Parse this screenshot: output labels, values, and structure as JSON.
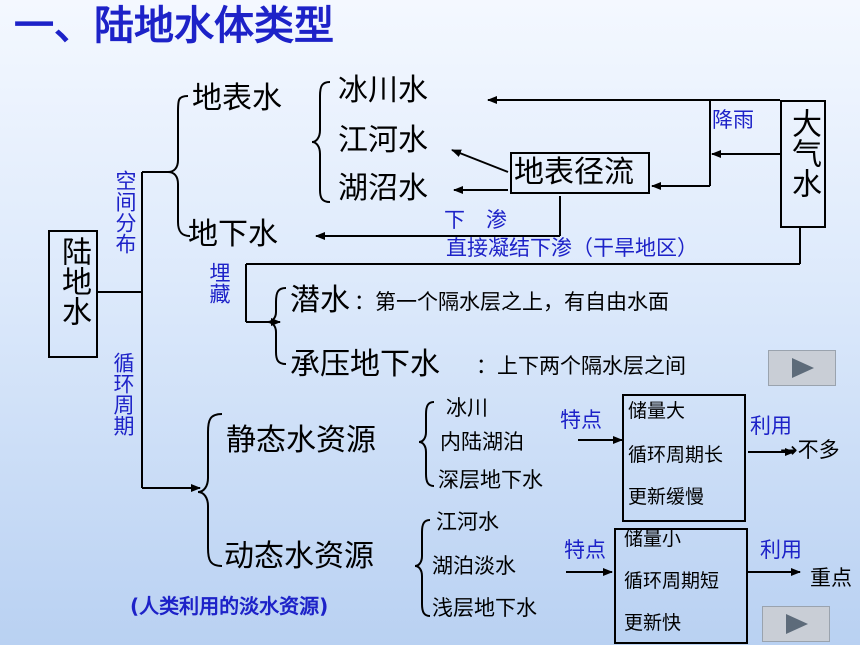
{
  "title": "一、陆地水体类型",
  "root": "陆地水",
  "labels": {
    "spatial": "空间分布",
    "cycle": "循环周期",
    "buried": "埋藏",
    "rain": "降雨",
    "seep": "下　渗",
    "condense": "直接凝结下渗（干旱地区）",
    "feature1": "特点",
    "feature2": "特点",
    "use1": "利用",
    "use2": "利用",
    "note": "(人类利用的淡水资源)"
  },
  "surface": {
    "name": "地表水",
    "items": [
      "冰川水",
      "江河水",
      "湖沼水"
    ],
    "runoff": "地表径流"
  },
  "atmosphere": "大气水",
  "underground": {
    "name": "地下水",
    "phreatic": {
      "name": "潜水",
      "desc": "：第一个隔水层之上，有自由水面"
    },
    "confined": {
      "name": "承压地下水",
      "desc": "：上下两个隔水层之间"
    }
  },
  "static": {
    "name": "静态水资源",
    "items": [
      "冰川",
      "内陆湖泊",
      "深层地下水"
    ],
    "traits": [
      "储量大",
      "循环周期长",
      "更新缓慢"
    ],
    "result": "→不多"
  },
  "dynamic": {
    "name": "动态水资源",
    "items": [
      "江河水",
      "湖泊淡水",
      "浅层地下水"
    ],
    "traits": [
      "储量小",
      "循环周期短",
      "更新快"
    ],
    "result": "重点"
  },
  "colors": {
    "accent": "#1d22c8",
    "navButton": "#c9ced6",
    "navArrow": "#5d6b7a"
  },
  "icons": [
    "play-arrow-icon"
  ]
}
